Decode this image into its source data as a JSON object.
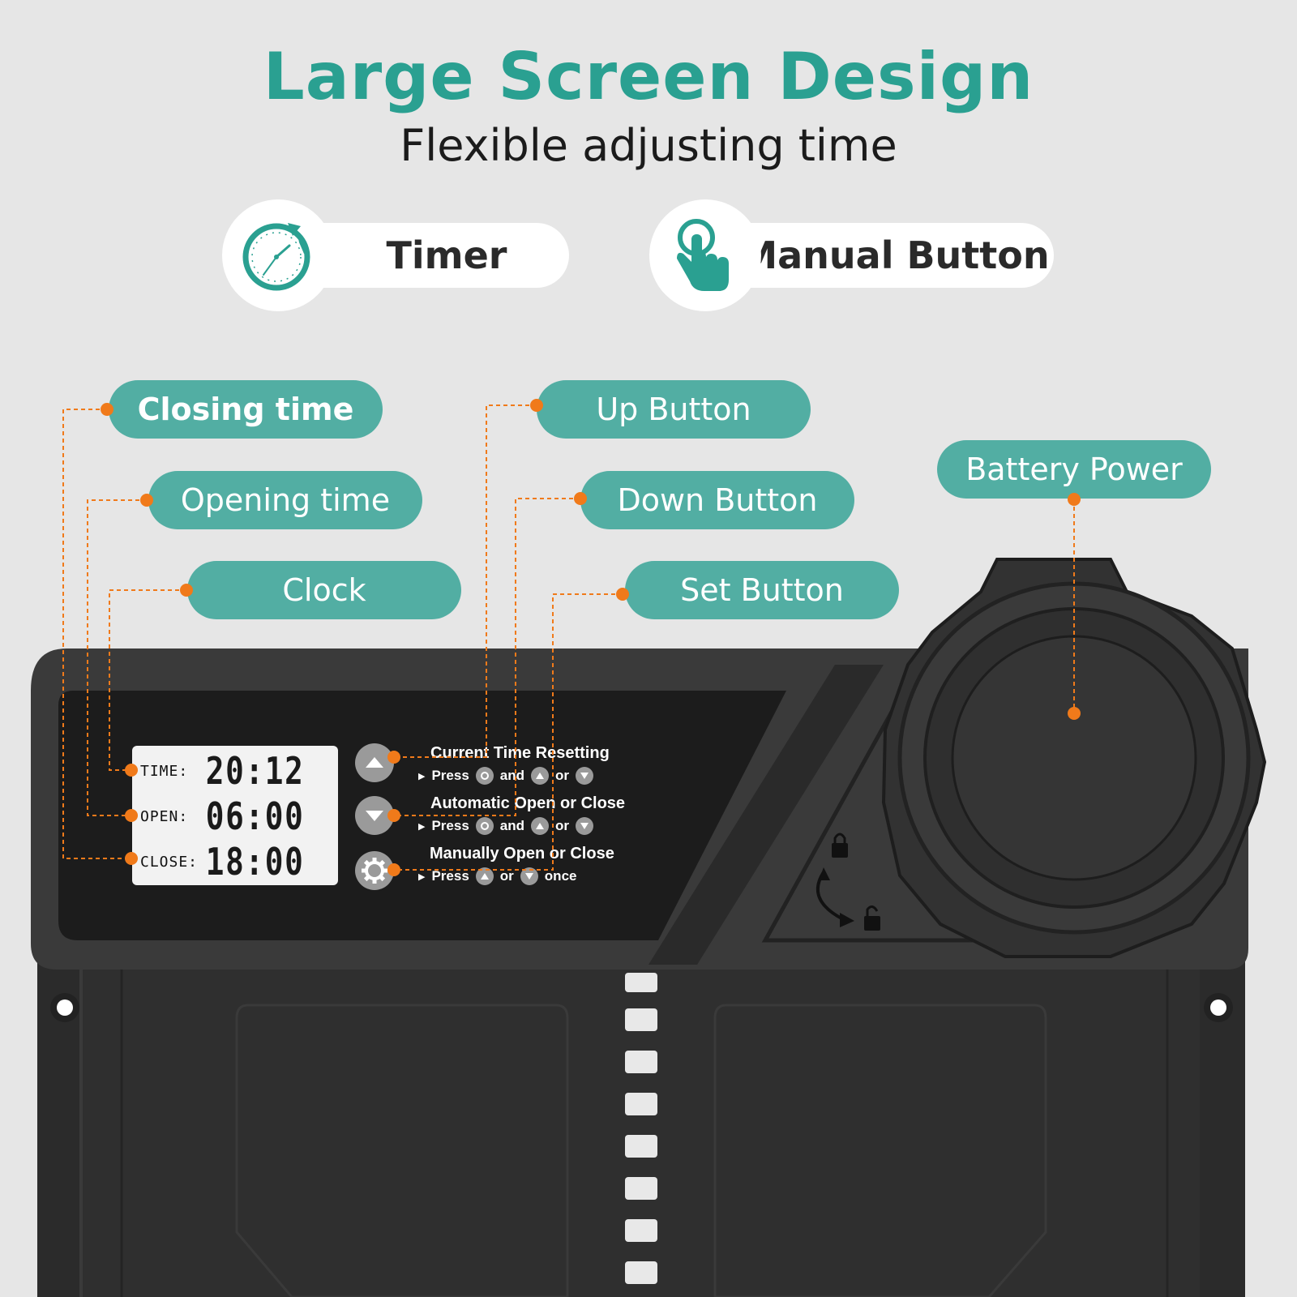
{
  "header": {
    "title": "Large Screen Design",
    "subtitle": "Flexible adjusting time"
  },
  "features": [
    {
      "icon": "timer-clock-icon",
      "label": "Timer"
    },
    {
      "icon": "hand-pointer-icon",
      "label": "Manual Button"
    }
  ],
  "callouts": {
    "closing_time": "Closing time",
    "opening_time": "Opening time",
    "clock": "Clock",
    "up_button": "Up Button",
    "down_button": "Down Button",
    "set_button": "Set Button",
    "battery_power": "Battery Power"
  },
  "display": {
    "time_label": "TIME:",
    "time_value": "20:12",
    "open_label": "OPEN:",
    "open_value": "06:00",
    "close_label": "CLOSE:",
    "close_value": "18:00"
  },
  "instructions": [
    {
      "title": "Current Time Resetting",
      "press": "Press",
      "w1": "and",
      "w2": "or"
    },
    {
      "title": "Automatic Open or Close",
      "press": "Press",
      "w1": "and",
      "w2": "or"
    },
    {
      "title": "Manually Open or Close",
      "press": "Press",
      "w1": "or",
      "w2": "once"
    }
  ],
  "colors": {
    "accent": "#2aa091",
    "label_bg": "#52aea3",
    "leader": "#f07a1a",
    "device": "#2b2b2b"
  }
}
